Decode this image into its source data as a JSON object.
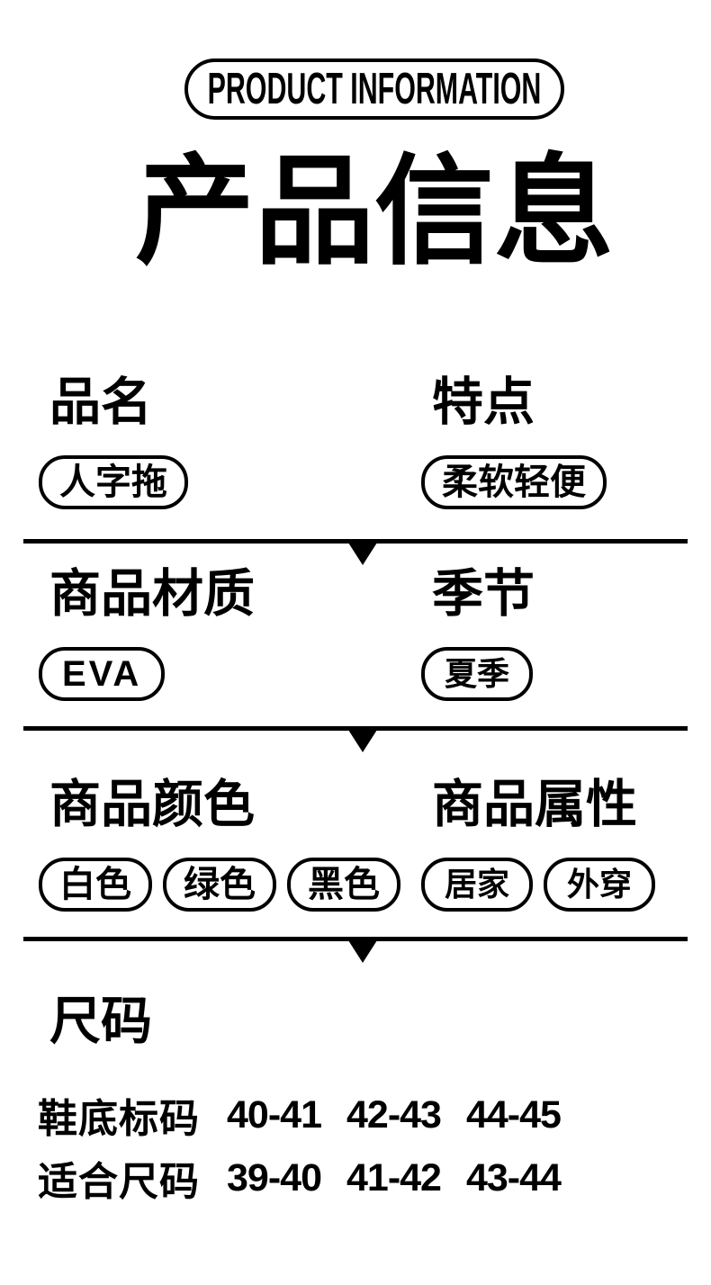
{
  "badge": {
    "label": "PRODUCT INFORMATION"
  },
  "title": "产品信息",
  "sections": {
    "name": {
      "heading": "品名",
      "tags": [
        "人字拖"
      ]
    },
    "feature": {
      "heading": "特点",
      "tags": [
        "柔软轻便"
      ]
    },
    "material": {
      "heading": "商品材质",
      "tags": [
        "EVA"
      ]
    },
    "season": {
      "heading": "季节",
      "tags": [
        "夏季"
      ]
    },
    "color": {
      "heading": "商品颜色",
      "tags": [
        "白色",
        "绿色",
        "黑色"
      ]
    },
    "attribute": {
      "heading": "商品属性",
      "tags": [
        "居家",
        "外穿"
      ]
    }
  },
  "size": {
    "heading": "尺码",
    "rows": [
      {
        "label": "鞋底标码",
        "values": [
          "40-41",
          "42-43",
          "44-45"
        ]
      },
      {
        "label": "适合尺码",
        "values": [
          "39-40",
          "41-42",
          "43-44"
        ]
      }
    ]
  },
  "theme": {
    "ink": "#000000",
    "background": "#ffffff"
  }
}
